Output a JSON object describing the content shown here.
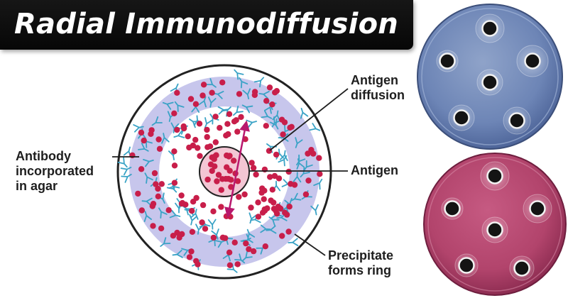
{
  "title": "Radial Immunodiffusion",
  "labels": {
    "antigen_diffusion_line1": "Antigen",
    "antigen_diffusion_line2": "diffusion",
    "antigen": "Antigen",
    "antibody_line1": "Antibody",
    "antibody_line2": "incorporated",
    "antibody_line3": "in agar",
    "precipitate_line1": "Precipitate",
    "precipitate_line2": "forms ring"
  },
  "colors": {
    "title_background": "#0b0b0b",
    "title_text": "#ffffff",
    "antigen_dot": "#c81e4a",
    "antigen_well": "#f3c6d4",
    "antibody": "#3aa3c6",
    "precipitate_ring": "#c7c6ec",
    "blue_plate": "#6d85b6",
    "pink_plate": "#b2446c"
  },
  "icons": {
    "antibody_symbol": "y-shaped-antibody-icon",
    "antigen_symbol": "red-dot-icon",
    "well": "well-hole-icon"
  }
}
